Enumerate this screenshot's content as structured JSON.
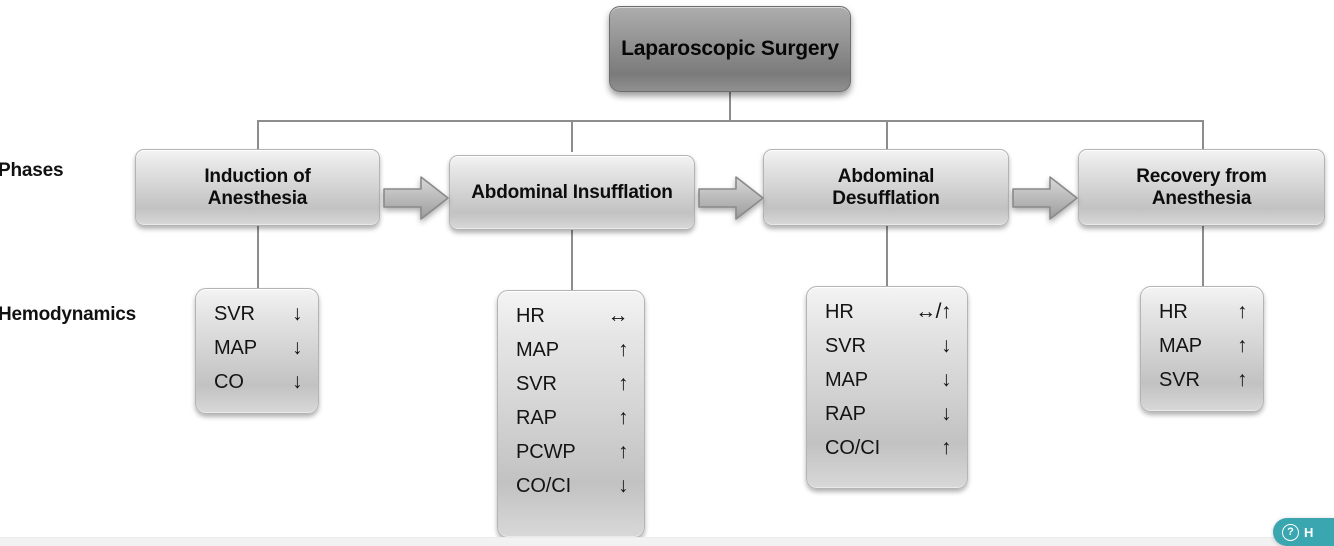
{
  "diagram": {
    "root": {
      "label": "Laparoscopic Surgery"
    },
    "row_labels": {
      "phases": "Phases",
      "hemodynamics": "Hemodynamics"
    },
    "phases": [
      {
        "label": "Induction of\nAnesthesia",
        "line1": "Induction of",
        "line2": "Anesthesia"
      },
      {
        "label": "Abdominal Insufflation",
        "line1": "Abdominal Insufflation",
        "line2": ""
      },
      {
        "label": "Abdominal\nDesufflation",
        "line1": "Abdominal",
        "line2": "Desufflation"
      },
      {
        "label": "Recovery from\nAnesthesia",
        "line1": "Recovery from",
        "line2": "Anesthesia"
      }
    ],
    "hemodynamics": [
      {
        "phase": "Induction of Anesthesia",
        "rows": [
          {
            "name": "SVR",
            "arrow": "↓",
            "direction": "down"
          },
          {
            "name": "MAP",
            "arrow": "↓",
            "direction": "down"
          },
          {
            "name": "CO",
            "arrow": "↓",
            "direction": "down"
          }
        ]
      },
      {
        "phase": "Abdominal Insufflation",
        "rows": [
          {
            "name": "HR",
            "arrow": "↔",
            "direction": "unchanged"
          },
          {
            "name": "MAP",
            "arrow": "↑",
            "direction": "up"
          },
          {
            "name": "SVR",
            "arrow": "↑",
            "direction": "up"
          },
          {
            "name": "RAP",
            "arrow": "↑",
            "direction": "up"
          },
          {
            "name": "PCWP",
            "arrow": "↑",
            "direction": "up"
          },
          {
            "name": "CO/CI",
            "arrow": "↓",
            "direction": "down"
          }
        ]
      },
      {
        "phase": "Abdominal Desufflation",
        "rows": [
          {
            "name": "HR",
            "arrow": "↔/↑",
            "direction": "unchanged-or-up"
          },
          {
            "name": "SVR",
            "arrow": "↓",
            "direction": "down"
          },
          {
            "name": "MAP",
            "arrow": "↓",
            "direction": "down"
          },
          {
            "name": "RAP",
            "arrow": "↓",
            "direction": "down"
          },
          {
            "name": "CO/CI",
            "arrow": "↑",
            "direction": "up"
          }
        ]
      },
      {
        "phase": "Recovery from Anesthesia",
        "rows": [
          {
            "name": "HR",
            "arrow": "↑",
            "direction": "up"
          },
          {
            "name": "MAP",
            "arrow": "↑",
            "direction": "up"
          },
          {
            "name": "SVR",
            "arrow": "↑",
            "direction": "up"
          }
        ]
      }
    ],
    "help_widget": {
      "label": "H",
      "icon": "question-mark-icon",
      "glyph": "?"
    },
    "colors": {
      "box_border": "#b4b4b4",
      "box_fill_light": "#f4f4f4",
      "box_fill_dark": "#c2c2c2",
      "root_fill": "#8a8a8a",
      "connector": "#8d8d8d",
      "text": "#0d0d0d",
      "help_teal": "#3aa6b0"
    }
  }
}
